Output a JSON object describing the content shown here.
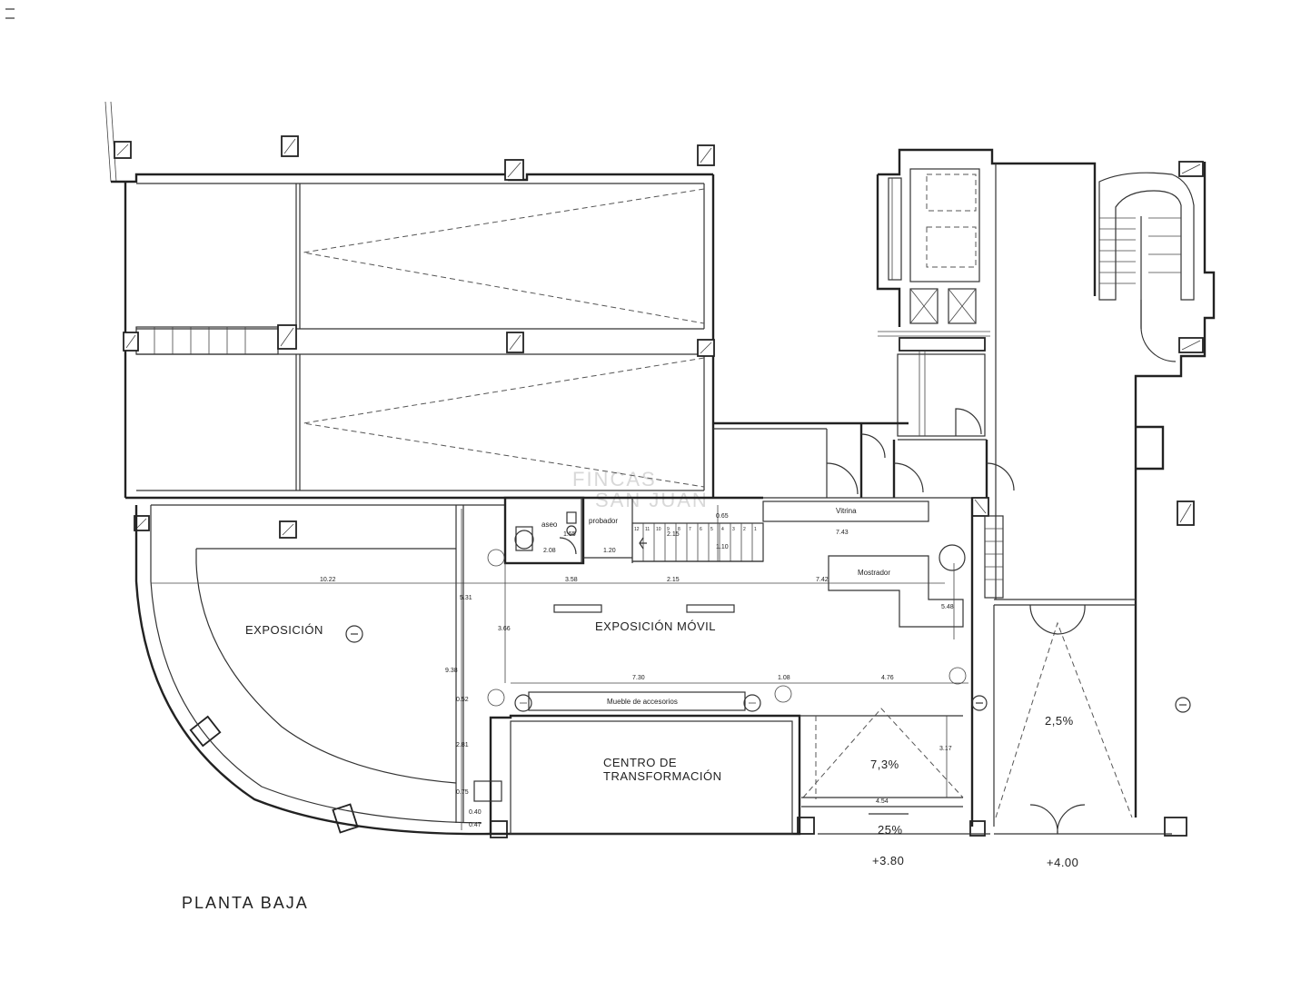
{
  "rooms": {
    "exposicion": "EXPOSICIÓN",
    "exposicion_movil": "EXPOSICIÓN MÓVIL",
    "centro_line1": "CENTRO DE",
    "centro_line2": "TRANSFORMACIÓN",
    "aseo": "aseo",
    "probador": "probador",
    "vitrina": "Vitrina",
    "mostrador": "Mostrador",
    "mueble": "Mueble de accesorios"
  },
  "slopes": {
    "ramp_a": "7,3%",
    "ramp_b": "2,5%",
    "ramp_c": "25%"
  },
  "levels": {
    "left": "+3.80",
    "right": "+4.00"
  },
  "floor_title": "PLANTA BAJA",
  "watermark": {
    "line1": "FINCAS",
    "line2": "SAN JUAN"
  },
  "dimensions": {
    "d1022": "10.22",
    "d358": "3.58",
    "d215a": "2.15",
    "d742": "7.42",
    "d743": "7.43",
    "d215b": "2.15",
    "d208": "2.08",
    "d120": "1.20",
    "d155": "1.55",
    "d065": "0.65",
    "d110": "1.10",
    "d730": "7.30",
    "d108": "1.08",
    "d476": "4.76",
    "d454": "4.54",
    "d548": "5.48",
    "d531": "5.31",
    "d366": "3.66",
    "d938": "9.38",
    "d052": "0.52",
    "d281": "2.81",
    "d075": "0.75",
    "d040": "0.40",
    "d047": "0.47",
    "d317": "3.17"
  },
  "stair_steps": [
    "12",
    "11",
    "10",
    "9",
    "8",
    "7",
    "6",
    "5",
    "4",
    "3",
    "2",
    "1"
  ]
}
